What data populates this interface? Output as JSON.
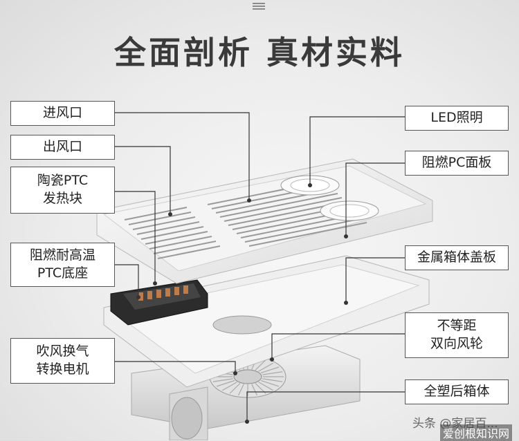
{
  "title": "全面剖析  真材实料",
  "labels": {
    "air_inlet": "进风口",
    "air_outlet": "出风口",
    "ptc_block": "陶瓷PTC\n发热块",
    "ptc_base": "阻燃耐高温\nPTC底座",
    "motor": "吹风换气\n转换电机",
    "led": "LED照明",
    "pc_panel": "阻燃PC面板",
    "metal_cover": "金属箱体盖板",
    "fan_wheel": "不等距\n双向风轮",
    "back_box": "全塑后箱体"
  },
  "watermark": {
    "main": "头条 @家居百...",
    "site": "爱创根知识网"
  }
}
